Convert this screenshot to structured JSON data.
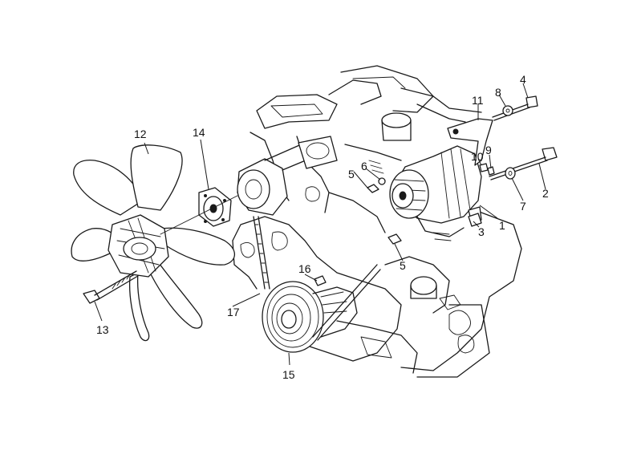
{
  "callouts": [
    {
      "id": "c1",
      "label": "1"
    },
    {
      "id": "c2",
      "label": "2"
    },
    {
      "id": "c3",
      "label": "3"
    },
    {
      "id": "c4",
      "label": "4"
    },
    {
      "id": "c5a",
      "label": "5"
    },
    {
      "id": "c5b",
      "label": "5"
    },
    {
      "id": "c6",
      "label": "6"
    },
    {
      "id": "c7",
      "label": "7"
    },
    {
      "id": "c8",
      "label": "8"
    },
    {
      "id": "c9",
      "label": "9"
    },
    {
      "id": "c10",
      "label": "10"
    },
    {
      "id": "c11",
      "label": "11"
    },
    {
      "id": "c12",
      "label": "12"
    },
    {
      "id": "c13",
      "label": "13"
    },
    {
      "id": "c14",
      "label": "14"
    },
    {
      "id": "c15",
      "label": "15"
    },
    {
      "id": "c16",
      "label": "16"
    },
    {
      "id": "c17",
      "label": "17"
    }
  ]
}
